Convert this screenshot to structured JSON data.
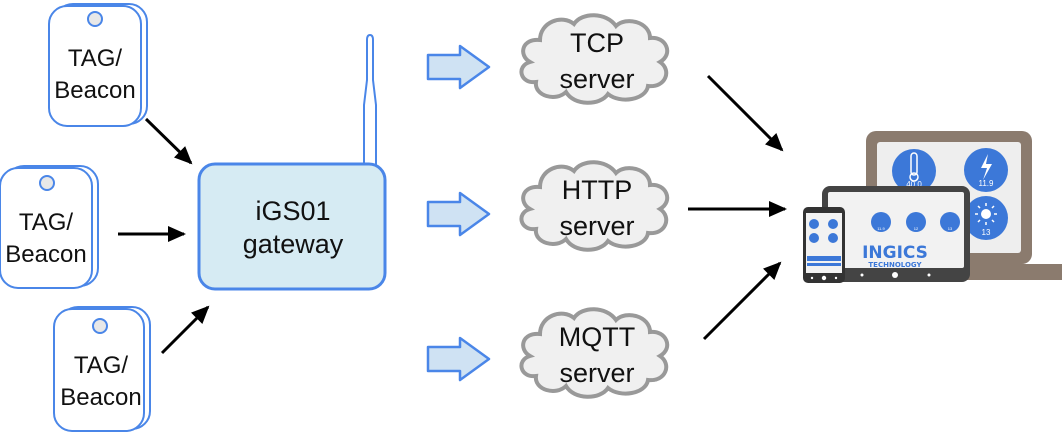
{
  "diagram": {
    "tags": [
      {
        "line1": "TAG/",
        "line2": "Beacon"
      },
      {
        "line1": "TAG/",
        "line2": "Beacon"
      },
      {
        "line1": "TAG/",
        "line2": "Beacon"
      }
    ],
    "gateway": {
      "line1": "iGS01",
      "line2": "gateway"
    },
    "servers": [
      {
        "line1": "TCP",
        "line2": "server"
      },
      {
        "line1": "HTTP",
        "line2": "server"
      },
      {
        "line1": "MQTT",
        "line2": "server"
      }
    ],
    "devices": {
      "laptop_readings": {
        "temperature": "40.0",
        "voltage": "11.9",
        "light": "13"
      },
      "tablet_readings": {
        "voltage": "11.9",
        "sound": "12",
        "light": "13"
      },
      "brand_name": "INGICS",
      "brand_sub": "TECHNOLOGY"
    },
    "colors": {
      "tag_stroke": "#4a86e8",
      "gateway_fill": "#d6ebf3",
      "gateway_stroke": "#4a86e8",
      "flow_arrow_fill": "#cfe2f3",
      "cloud_fill": "#f0f0f0",
      "cloud_stroke": "#999999",
      "device_icon": "#3c78d8",
      "laptop_frame": "#8b7b6e",
      "tablet_frame": "#444444"
    }
  }
}
